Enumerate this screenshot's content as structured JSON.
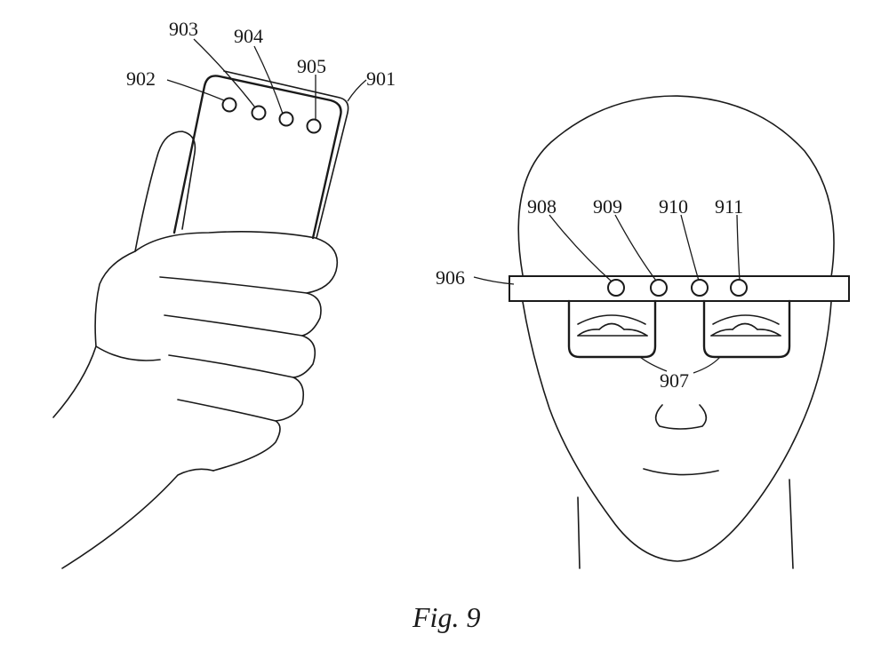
{
  "caption": "Fig. 9",
  "refs": {
    "r901": "901",
    "r902": "902",
    "r903": "903",
    "r904": "904",
    "r905": "905",
    "r906": "906",
    "r907": "907",
    "r908": "908",
    "r909": "909",
    "r910": "910",
    "r911": "911"
  }
}
